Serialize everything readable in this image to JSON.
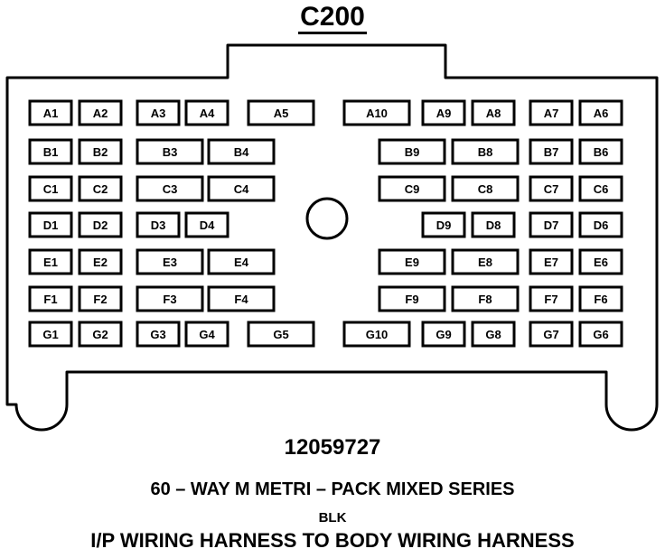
{
  "connector": {
    "id": "C200",
    "part_number": "12059727",
    "description": "60 – WAY M METRI – PACK MIXED SERIES",
    "color": "BLK",
    "harness": "I/P WIRING HARNESS TO BODY WIRING HARNESS"
  },
  "rows": [
    [
      "A1",
      "A2",
      "A3",
      "A4",
      "A5",
      "A10",
      "A9",
      "A8",
      "A7",
      "A6"
    ],
    [
      "B1",
      "B2",
      "B3",
      "B4",
      "B9",
      "B8",
      "B7",
      "B6"
    ],
    [
      "C1",
      "C2",
      "C3",
      "C4",
      "C9",
      "C8",
      "C7",
      "C6"
    ],
    [
      "D1",
      "D2",
      "D3",
      "D4",
      "D9",
      "D8",
      "D7",
      "D6"
    ],
    [
      "E1",
      "E2",
      "E3",
      "E4",
      "E9",
      "E8",
      "E7",
      "E6"
    ],
    [
      "F1",
      "F2",
      "F3",
      "F4",
      "F9",
      "F8",
      "F7",
      "F6"
    ],
    [
      "G1",
      "G2",
      "G3",
      "G4",
      "G5",
      "G10",
      "G9",
      "G8",
      "G7",
      "G6"
    ]
  ]
}
